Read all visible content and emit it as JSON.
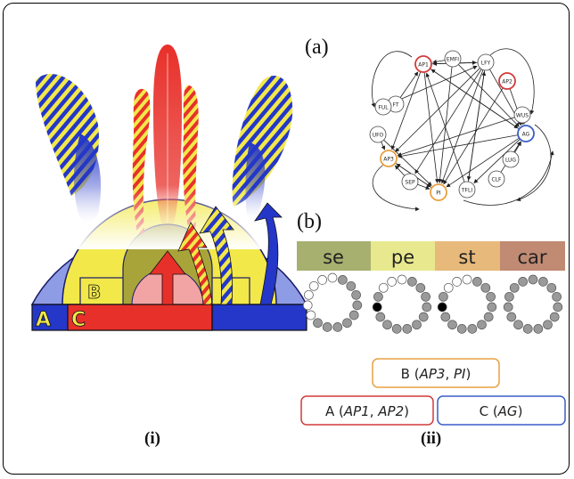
{
  "panel_labels": {
    "a": "(a)",
    "b": "(b)",
    "i": "(i)",
    "ii": "(ii)"
  },
  "flower_labels": {
    "a": "A",
    "b": "B",
    "c": "C"
  },
  "network": {
    "nodes": [
      "AP1",
      "EMFI",
      "LFY",
      "FT",
      "AP2",
      "WUS",
      "FUL",
      "AG",
      "UFO",
      "AP3",
      "LUG",
      "SEP",
      "PI",
      "TFLI",
      "CLF"
    ]
  },
  "whorls": [
    {
      "label": "se",
      "color": "#a7b06f"
    },
    {
      "label": "pe",
      "color": "#e8e98e"
    },
    {
      "label": "st",
      "color": "#e7b97b"
    },
    {
      "label": "car",
      "color": "#c08a73"
    }
  ],
  "abc_boxes": {
    "b": {
      "letter": "B",
      "genes": [
        "AP3",
        "PI"
      ],
      "color": "#e8a040"
    },
    "a": {
      "letter": "A",
      "genes": [
        "AP1",
        "AP2"
      ],
      "color": "#d33a3a"
    },
    "c": {
      "letter": "C",
      "genes": [
        "AG"
      ],
      "color": "#3a5dc8"
    }
  },
  "colors": {
    "red": "#e8302a",
    "blue": "#2437c8",
    "yellow": "#f2e84a",
    "lightblue": "#8e9ce6"
  }
}
